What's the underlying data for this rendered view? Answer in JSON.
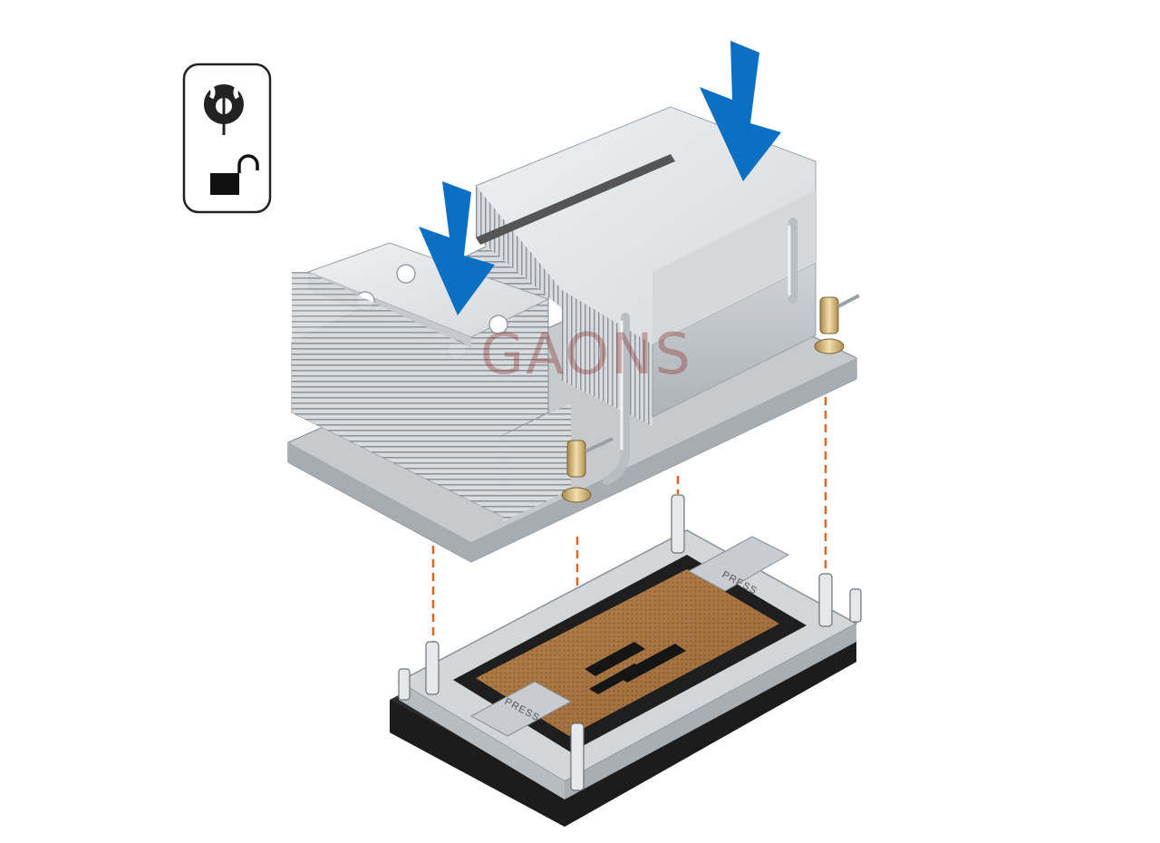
{
  "icon_panel": {
    "torx_icon": "torx-screwdriver-icon",
    "lock_icon": "unlock-icon"
  },
  "socket": {
    "press_label_1": "PRESS",
    "press_label_2": "PRESS"
  },
  "watermark": {
    "text": "GAONS"
  },
  "colors": {
    "arrow_blue": "#0b6fc4",
    "guide_orange": "#e0641e",
    "heatsink_light": "#e4e6e8",
    "heatsink_mid": "#c9ccd0",
    "heatsink_dark": "#9ea3a8",
    "cpu_copper": "#b07a45",
    "socket_black": "#2b2b2b"
  }
}
